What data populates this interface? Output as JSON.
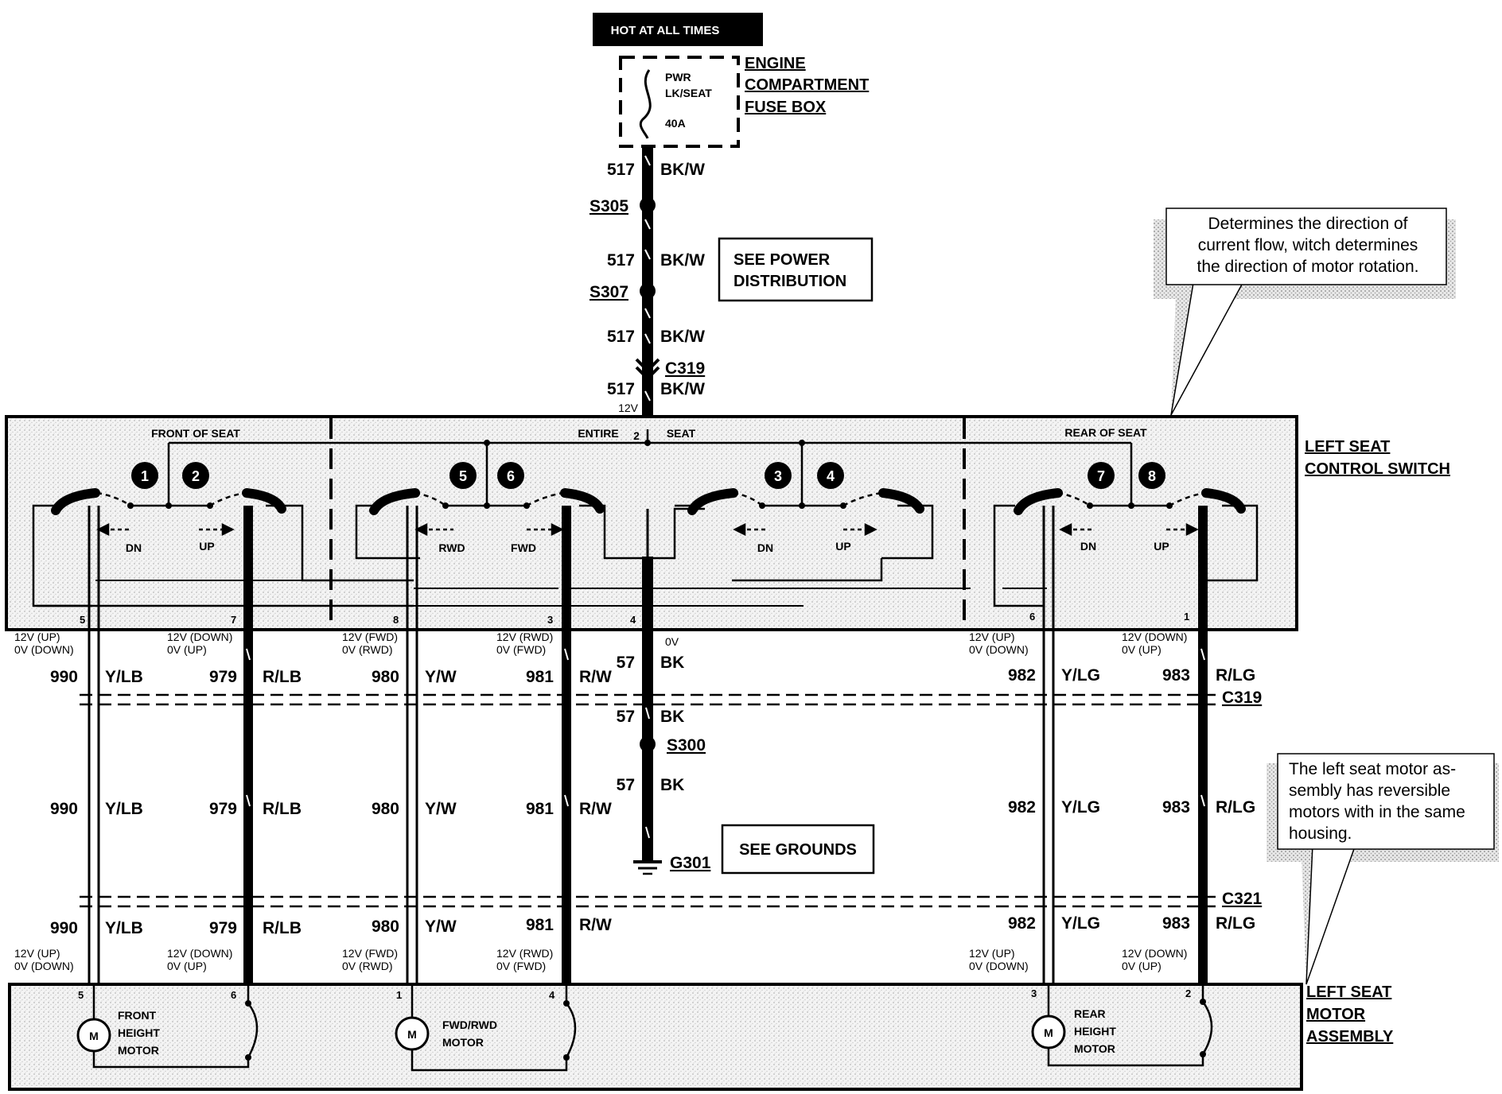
{
  "header_tag": "HOT AT ALL TIMES",
  "fuse": {
    "box_title": [
      "ENGINE",
      "COMPARTMENT",
      "FUSE BOX"
    ],
    "label": [
      "PWR",
      "LK/SEAT",
      "40A"
    ]
  },
  "feed": {
    "circuit": "517",
    "color": "BK/W",
    "splice1": "S305",
    "splice2": "S307",
    "connector": "C319",
    "voltage": "12V"
  },
  "see_power": [
    "SEE POWER",
    "DISTRIBUTION"
  ],
  "callout_top": [
    "Determines the direction of",
    "current flow, witch determines",
    "the direction of motor rotation."
  ],
  "callout_bottom": [
    "The left seat motor as-",
    "sembly has reversible",
    "motors with in the same",
    "housing."
  ],
  "switch": {
    "title": [
      "LEFT SEAT",
      "CONTROL SWITCH"
    ],
    "sections": [
      "FRONT OF SEAT",
      "ENTIRE",
      "SEAT",
      "REAR OF SEAT"
    ],
    "entire_pin": "2",
    "contacts": [
      "1",
      "2",
      "5",
      "6",
      "3",
      "4",
      "7",
      "8"
    ],
    "arrows": {
      "front": [
        "DN",
        "UP"
      ],
      "entire": [
        "RWD",
        "FWD"
      ],
      "mid": [
        "DN",
        "UP"
      ],
      "rear": [
        "DN",
        "UP"
      ]
    },
    "pins": [
      "5",
      "7",
      "8",
      "3",
      "4",
      "6",
      "1"
    ]
  },
  "wires": [
    {
      "circuit": "990",
      "color": "Y/LB",
      "v1": "12V (UP)",
      "v2": "0V (DOWN)"
    },
    {
      "circuit": "979",
      "color": "R/LB",
      "v1": "12V (DOWN)",
      "v2": "0V (UP)"
    },
    {
      "circuit": "980",
      "color": "Y/W",
      "v1": "12V (FWD)",
      "v2": "0V (RWD)"
    },
    {
      "circuit": "981",
      "color": "R/W",
      "v1": "12V (RWD)",
      "v2": "0V (FWD)"
    },
    {
      "circuit": "982",
      "color": "Y/LG",
      "v1": "12V (UP)",
      "v2": "0V (DOWN)"
    },
    {
      "circuit": "983",
      "color": "R/LG",
      "v1": "12V (DOWN)",
      "v2": "0V (UP)"
    }
  ],
  "ground": {
    "circuit": "57",
    "color": "BK",
    "voltage": "0V",
    "splice": "S300",
    "ground": "G301",
    "pin": "4"
  },
  "connectors": {
    "upper": "C319",
    "lower": "C321"
  },
  "see_grounds": "SEE  GROUNDS",
  "motor_assembly": {
    "title": [
      "LEFT SEAT",
      "MOTOR",
      "ASSEMBLY"
    ],
    "motors": [
      {
        "label": [
          "FRONT",
          "HEIGHT",
          "MOTOR"
        ],
        "pin_a": "5",
        "pin_b": "6",
        "symbol": "M"
      },
      {
        "label": [
          "FWD/RWD",
          "MOTOR"
        ],
        "pin_a": "1",
        "pin_b": "4",
        "symbol": "M"
      },
      {
        "label": [
          "REAR",
          "HEIGHT",
          "MOTOR"
        ],
        "pin_a": "3",
        "pin_b": "2",
        "symbol": "M"
      }
    ]
  }
}
